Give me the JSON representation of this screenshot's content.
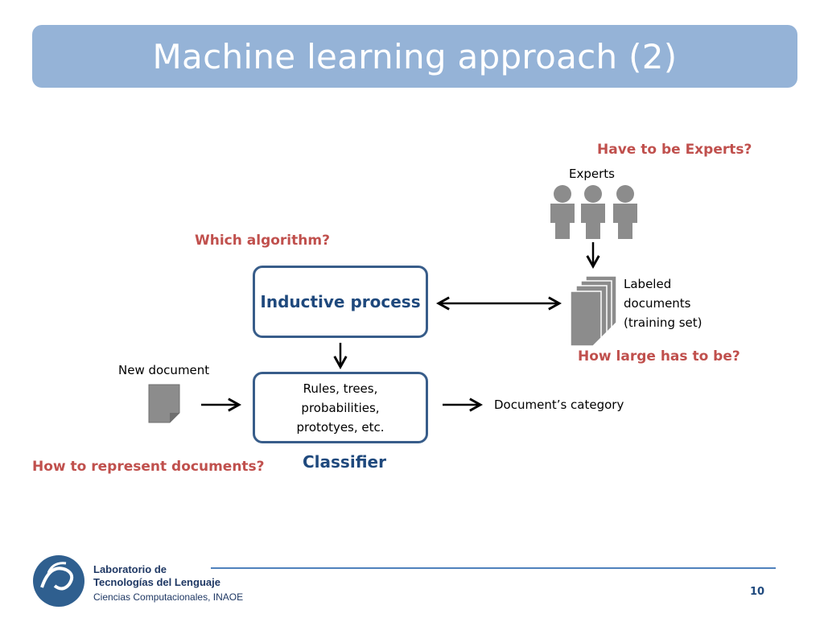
{
  "slide": {
    "title": "Machine learning approach (2)",
    "page_number": "10"
  },
  "questions": {
    "experts": "Have to be Experts?",
    "algorithm": "Which algorithm?",
    "size": "How large has to be?",
    "representation": "How to represent documents?"
  },
  "labels": {
    "experts": "Experts",
    "labeled_docs": [
      "Labeled",
      "documents",
      "(training set)"
    ],
    "new_document": "New document",
    "category": "Document’s category",
    "classifier": "Classifier"
  },
  "boxes": {
    "inductive": "Inductive process",
    "classifier_lines": [
      "Rules, trees,",
      "probabilities,",
      "prototyes, etc."
    ]
  },
  "footer": {
    "lab_line1": "Laboratorio de",
    "lab_line2": "Tecnologías del Lenguaje",
    "institution": "Ciencias Computacionales, INAOE"
  },
  "colors": {
    "title_bar": "#95b3d7",
    "question_red": "#c0504d",
    "box_border": "#385d8a",
    "icon_gray": "#8c8c8c"
  },
  "icons": [
    "person-icon",
    "document-stack-icon",
    "document-icon",
    "lab-logo-icon"
  ]
}
